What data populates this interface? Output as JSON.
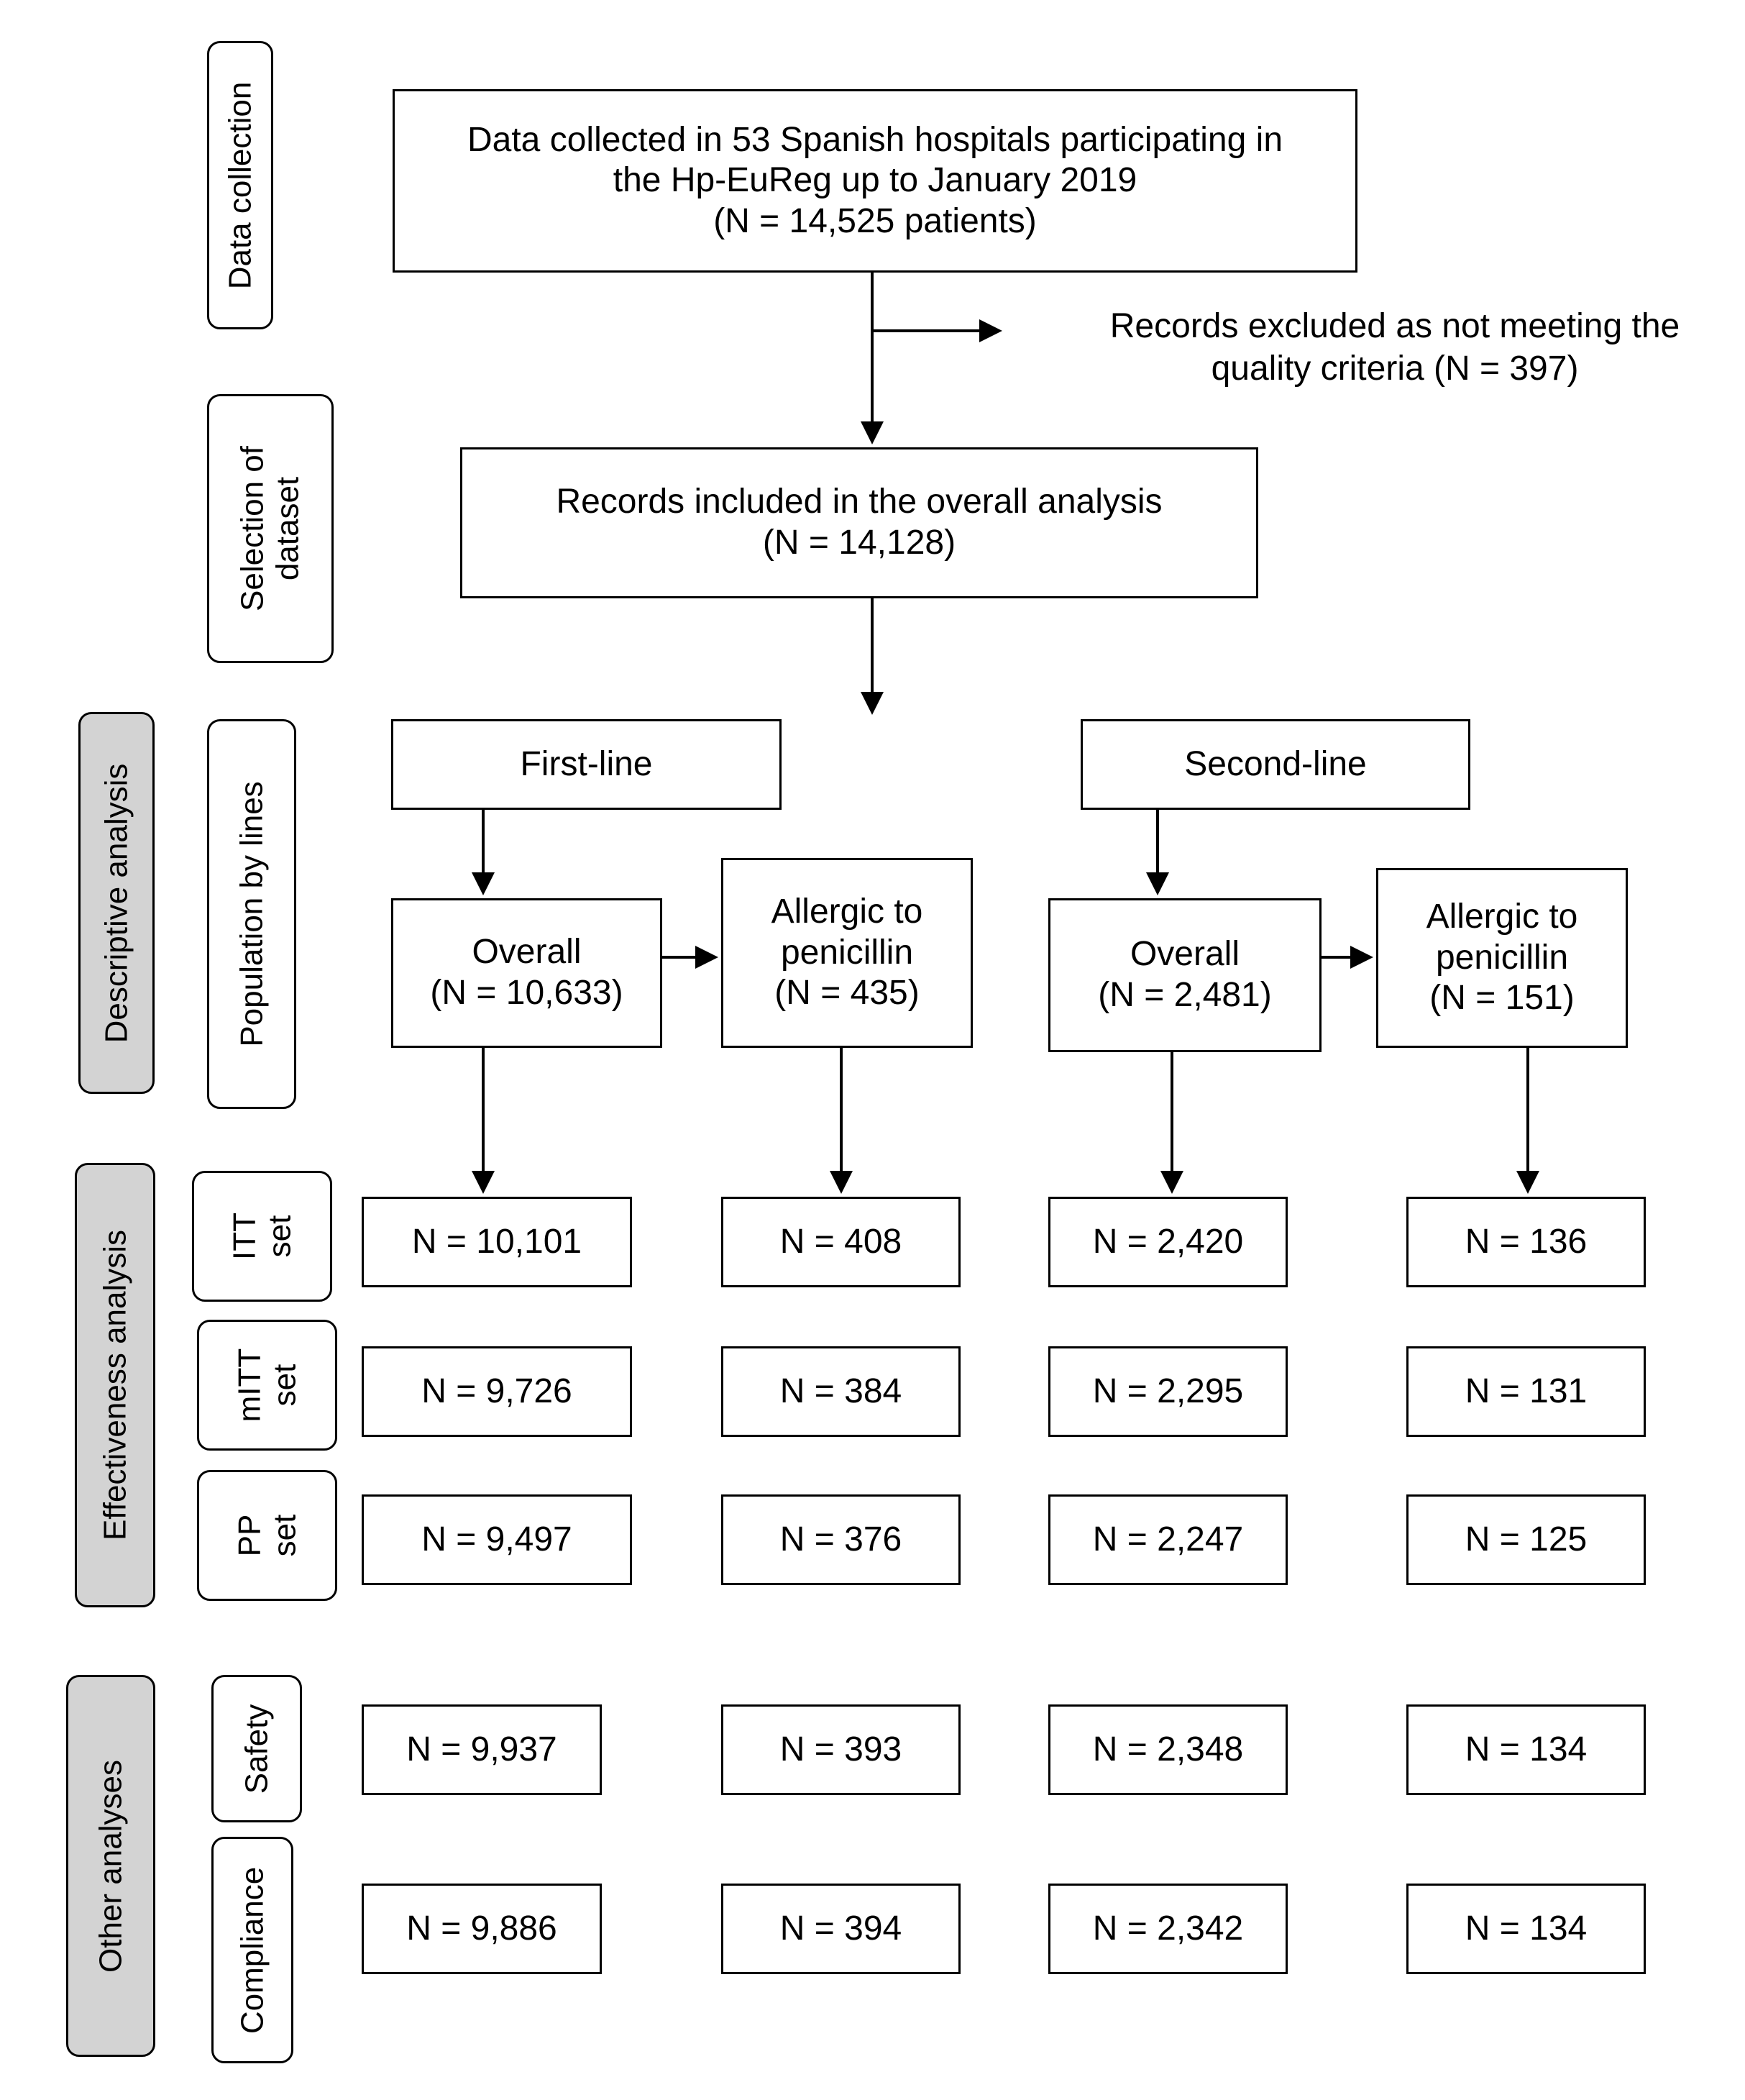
{
  "stages": {
    "data_collection": "Data collection",
    "selection_of_dataset": [
      "Selection of",
      "dataset"
    ],
    "descriptive_analysis": "Descriptive analysis",
    "population_by_lines": "Population by lines",
    "effectiveness_analysis": "Effectiveness analysis",
    "itt_set": [
      "ITT",
      "set"
    ],
    "mitt_set": [
      "mITT",
      "set"
    ],
    "pp_set": [
      "PP",
      "set"
    ],
    "other_analyses": "Other analyses",
    "safety": "Safety",
    "compliance": "Compliance"
  },
  "flow": {
    "collected": [
      "Data collected in 53 Spanish hospitals participating in",
      "the Hp-EuReg up to January 2019",
      "(N = 14,525 patients)"
    ],
    "excluded": [
      "Records excluded as not meeting the",
      "quality criteria (N = 397)"
    ],
    "included": [
      "Records included in the overall analysis",
      "(N = 14,128)"
    ],
    "first_line": "First-line",
    "second_line": "Second-line",
    "first_overall": [
      "Overall",
      "(N = 10,633)"
    ],
    "first_allergic": [
      "Allergic to",
      "penicillin",
      "(N = 435)"
    ],
    "second_overall": [
      "Overall",
      "(N = 2,481)"
    ],
    "second_allergic": [
      "Allergic to",
      "penicillin",
      "(N = 151)"
    ]
  },
  "grid": {
    "itt": [
      "N = 10,101",
      "N = 408",
      "N = 2,420",
      "N = 136"
    ],
    "mitt": [
      "N = 9,726",
      "N = 384",
      "N = 2,295",
      "N = 131"
    ],
    "pp": [
      "N = 9,497",
      "N = 376",
      "N = 2,247",
      "N = 125"
    ],
    "safety": [
      "N = 9,937",
      "N = 393",
      "N = 2,348",
      "N = 134"
    ],
    "compliance": [
      "N = 9,886",
      "N = 394",
      "N = 2,342",
      "N = 134"
    ]
  }
}
